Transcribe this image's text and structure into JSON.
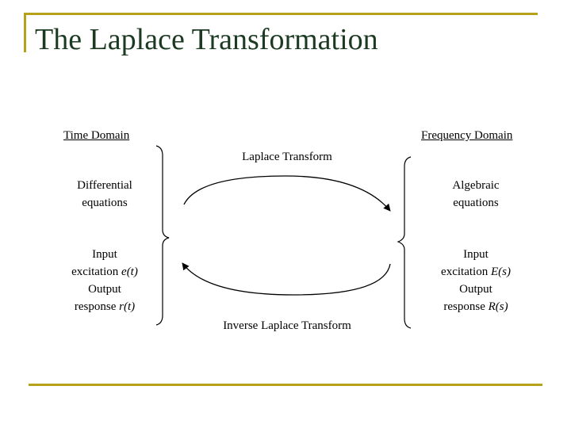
{
  "slide": {
    "title": "The Laplace Transformation"
  },
  "diagram": {
    "time_domain": {
      "heading": "Time Domain",
      "top_line1": "Differential",
      "top_line2": "equations",
      "bottom_line1": "Input",
      "bottom_line2_text": "excitation ",
      "bottom_line2_var": "e(t)",
      "bottom_line3": "Output",
      "bottom_line4_text": "response ",
      "bottom_line4_var": "r(t)"
    },
    "frequency_domain": {
      "heading": "Frequency Domain",
      "top_line1": "Algebraic",
      "top_line2": "equations",
      "bottom_line1": "Input",
      "bottom_line2_text": "excitation ",
      "bottom_line2_var": "E(s)",
      "bottom_line3": "Output",
      "bottom_line4_text": "response ",
      "bottom_line4_var": "R(s)"
    },
    "forward_label": "Laplace Transform",
    "inverse_label": "Inverse Laplace Transform"
  },
  "colors": {
    "accent": "#b5a21a",
    "title": "#1c3a22"
  }
}
